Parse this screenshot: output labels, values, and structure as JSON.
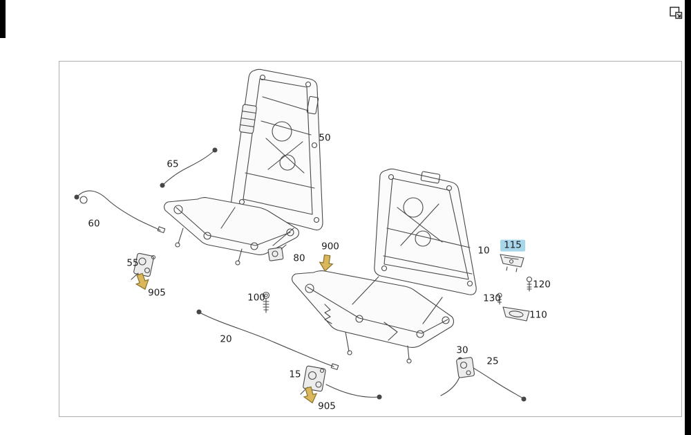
{
  "app": {
    "background_color": "#ffffff",
    "edge_bar_color": "#000000"
  },
  "toolbar": {
    "open_icon": "open-new-window-icon"
  },
  "diagram": {
    "selected_part": "115",
    "selection_highlight_color": "#a7d6ea",
    "pointer_marker_color": "#d9b75a",
    "pointer_marker_icon": "highlight-arrow-icon",
    "labels": [
      {
        "part": "50"
      },
      {
        "part": "65"
      },
      {
        "part": "60"
      },
      {
        "part": "55"
      },
      {
        "part": "905"
      },
      {
        "part": "80"
      },
      {
        "part": "900"
      },
      {
        "part": "100"
      },
      {
        "part": "20"
      },
      {
        "part": "15"
      },
      {
        "part": "905"
      },
      {
        "part": "10"
      },
      {
        "part": "115"
      },
      {
        "part": "120"
      },
      {
        "part": "130"
      },
      {
        "part": "110"
      },
      {
        "part": "30"
      },
      {
        "part": "25"
      }
    ]
  }
}
